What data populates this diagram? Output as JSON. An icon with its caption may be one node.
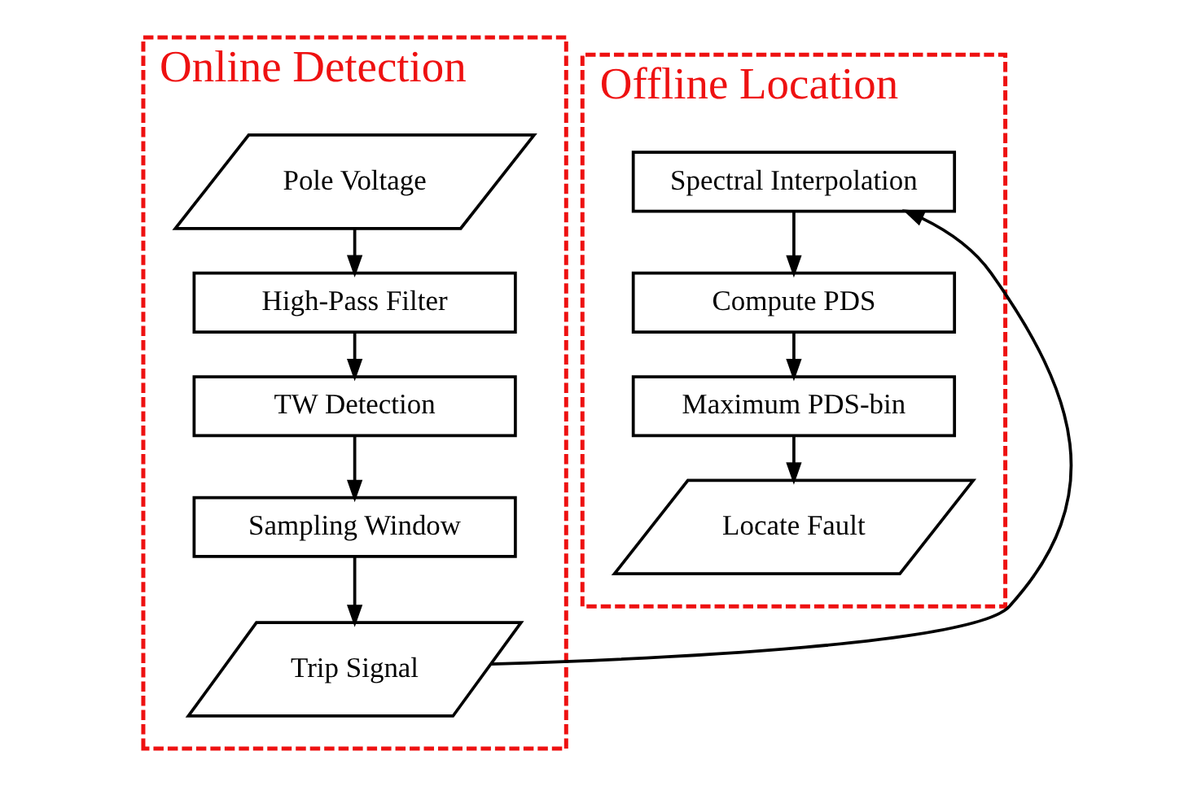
{
  "diagram": {
    "nodes": [
      {
        "text": [
          "Online Detection"
        ]
      },
      {
        "text": [
          "Pole Voltage"
        ],
        "in": 0
      },
      {
        "text": [
          "High-Pass Filter"
        ],
        "in": 0
      },
      {
        "text": [
          "TW Detection"
        ],
        "in": 0
      },
      {
        "text": [
          "Sampling Window"
        ],
        "in": 0
      },
      {
        "text": [
          "Trip Signal"
        ],
        "in": 0
      },
      {
        "text": [
          "Offline Location"
        ]
      },
      {
        "text": [
          "Spectral Interpolation"
        ],
        "in": 6
      },
      {
        "text": [
          "Compute PDS"
        ],
        "in": 6
      },
      {
        "text": [
          "Maximum PDS-bin"
        ],
        "in": 6
      },
      {
        "text": [
          "Locate Fault"
        ],
        "in": 6
      }
    ],
    "edges": [
      {
        "from": 1,
        "to": 2,
        "arrow": "to"
      },
      {
        "from": 2,
        "to": 3,
        "arrow": "to"
      },
      {
        "from": 3,
        "to": 4,
        "arrow": "to"
      },
      {
        "from": 4,
        "to": 5,
        "arrow": "to"
      },
      {
        "from": 5,
        "to": 7,
        "arrow": "to"
      },
      {
        "from": 7,
        "to": 8,
        "arrow": "to"
      },
      {
        "from": 8,
        "to": 9,
        "arrow": "to"
      },
      {
        "from": 9,
        "to": 10,
        "arrow": "to"
      }
    ]
  }
}
